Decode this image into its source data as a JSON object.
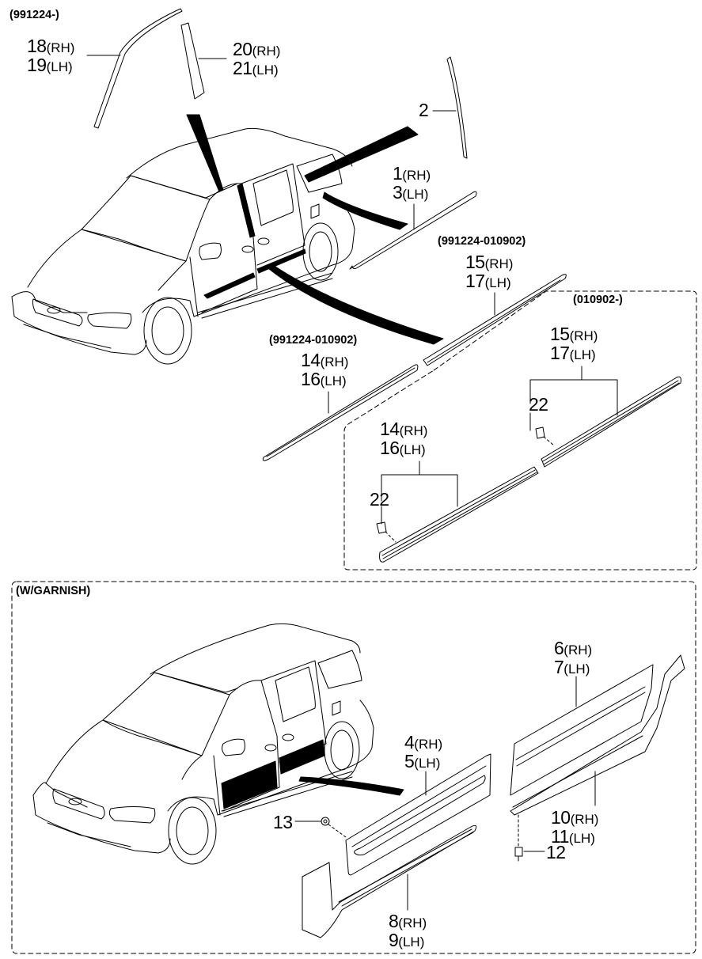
{
  "diagram": {
    "title": "Side moulding / garnish parts diagram",
    "date_codes": {
      "top_left": "(991224-)",
      "mid_15_17": "(991224-010902)",
      "mid_14_16": "(991224-010902)",
      "box_right": "(010902-)"
    },
    "section_labels": {
      "garnish": "(W/GARNISH)"
    },
    "callouts": [
      {
        "id": "c18-19",
        "lines": [
          {
            "num": "18",
            "side": "(RH)"
          },
          {
            "num": "19",
            "side": "(LH)"
          }
        ]
      },
      {
        "id": "c20-21",
        "lines": [
          {
            "num": "20",
            "side": "(RH)"
          },
          {
            "num": "21",
            "side": "(LH)"
          }
        ]
      },
      {
        "id": "c2",
        "lines": [
          {
            "num": "2",
            "side": ""
          }
        ]
      },
      {
        "id": "c1-3",
        "lines": [
          {
            "num": "1",
            "side": "(RH)"
          },
          {
            "num": "3",
            "side": "(LH)"
          }
        ]
      },
      {
        "id": "c15-17-top",
        "lines": [
          {
            "num": "15",
            "side": "(RH)"
          },
          {
            "num": "17",
            "side": "(LH)"
          }
        ]
      },
      {
        "id": "c14-16-top",
        "lines": [
          {
            "num": "14",
            "side": "(RH)"
          },
          {
            "num": "16",
            "side": "(LH)"
          }
        ]
      },
      {
        "id": "c15-17-box",
        "lines": [
          {
            "num": "15",
            "side": "(RH)"
          },
          {
            "num": "17",
            "side": "(LH)"
          }
        ]
      },
      {
        "id": "c22-right",
        "lines": [
          {
            "num": "22",
            "side": ""
          }
        ]
      },
      {
        "id": "c14-16-box",
        "lines": [
          {
            "num": "14",
            "side": "(RH)"
          },
          {
            "num": "16",
            "side": "(LH)"
          }
        ]
      },
      {
        "id": "c22-left",
        "lines": [
          {
            "num": "22",
            "side": ""
          }
        ]
      },
      {
        "id": "c6-7",
        "lines": [
          {
            "num": "6",
            "side": "(RH)"
          },
          {
            "num": "7",
            "side": "(LH)"
          }
        ]
      },
      {
        "id": "c4-5",
        "lines": [
          {
            "num": "4",
            "side": "(RH)"
          },
          {
            "num": "5",
            "side": "(LH)"
          }
        ]
      },
      {
        "id": "c10-11",
        "lines": [
          {
            "num": "10",
            "side": "(RH)"
          },
          {
            "num": "11",
            "side": "(LH)"
          }
        ]
      },
      {
        "id": "c13",
        "lines": [
          {
            "num": "13",
            "side": ""
          }
        ]
      },
      {
        "id": "c12",
        "lines": [
          {
            "num": "12",
            "side": ""
          }
        ]
      },
      {
        "id": "c8-9",
        "lines": [
          {
            "num": "8",
            "side": "(RH)"
          },
          {
            "num": "9",
            "side": "(LH)"
          }
        ]
      }
    ]
  }
}
